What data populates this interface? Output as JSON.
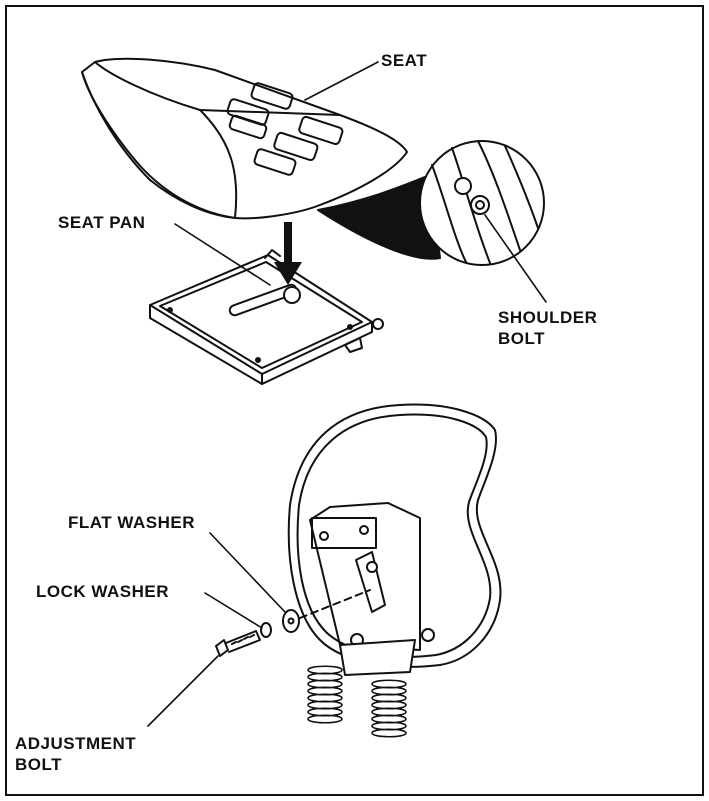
{
  "labels": {
    "seat": "SEAT",
    "seat_pan": "SEAT PAN",
    "shoulder_bolt_line1": "SHOULDER",
    "shoulder_bolt_line2": "BOLT",
    "flat_washer": "FLAT WASHER",
    "lock_washer": "LOCK WASHER",
    "adjustment_bolt_line1": "ADJUSTMENT",
    "adjustment_bolt_line2": "BOLT"
  },
  "colors": {
    "ink": "#111111",
    "paper": "#ffffff"
  }
}
